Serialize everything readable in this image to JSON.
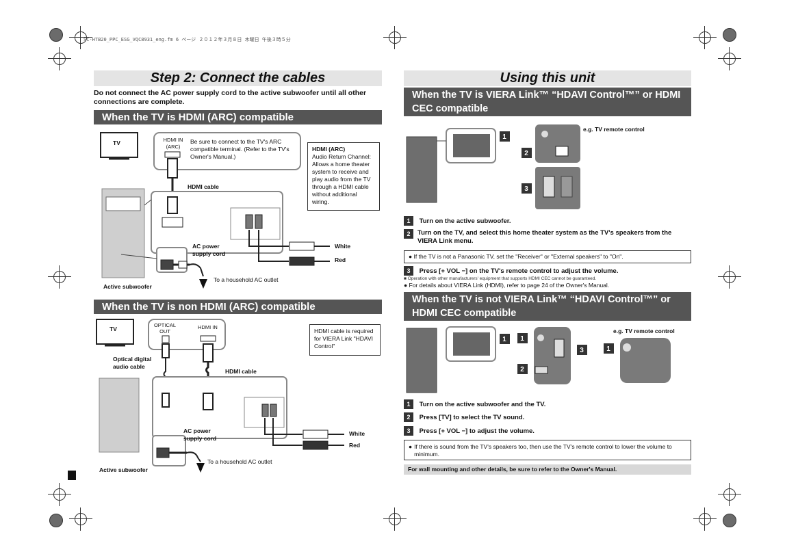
{
  "header": {
    "file_line": "SC-HTB20_PPC_ESG_VQC8931_eng.fm  6 ページ  ２０１２年３月８日  木曜日  午後３時５分"
  },
  "left": {
    "title": "Step 2: Connect the cables",
    "warning": "Do not connect the AC power supply cord to the active subwoofer until all other connections are complete.",
    "section1": {
      "heading": "When the TV is HDMI (ARC) compatible",
      "tv_label": "TV",
      "hdmi_in_label": "HDMI IN (ARC)",
      "tv_note": "Be sure to connect to the TV's ARC compatible terminal. (Refer to the TV's Owner's Manual.)",
      "arc_box_title": "HDMI (ARC)",
      "arc_box_text": "Audio Return Channel: Allows a home theater system to receive and play audio from the TV through a HDMI cable without additional wiring.",
      "hdmi_cable_label": "HDMI cable",
      "ac_cord_label": "AC power supply cord",
      "white_label": "White",
      "red_label": "Red",
      "outlet_label": "To a household AC outlet",
      "subwoofer_label": "Active subwoofer"
    },
    "section2": {
      "heading": "When the TV is non HDMI (ARC) compatible",
      "tv_label": "TV",
      "optical_out_label": "OPTICAL OUT",
      "hdmi_in_label": "HDMI IN",
      "note": "HDMI cable is required for VIERA Link \"HDAVI Control\"",
      "optical_cable_label": "Optical digital audio cable",
      "hdmi_cable_label": "HDMI cable",
      "ac_cord_label": "AC power supply cord",
      "white_label": "White",
      "red_label": "Red",
      "outlet_label": "To a household AC outlet",
      "subwoofer_label": "Active subwoofer"
    }
  },
  "right": {
    "title": "Using this unit",
    "section1": {
      "heading": "When the TV is VIERA Link™ “HDAVI Control™” or HDMI CEC compatible",
      "remote_label": "e.g. TV remote control",
      "steps": [
        {
          "num": "1",
          "text": "Turn on the active subwoofer."
        },
        {
          "num": "2",
          "text": "Turn on the TV, and select this home theater system as the TV's speakers from the VIERA Link menu."
        },
        {
          "num": "3",
          "text": "Press [+ VOL −] on the TV's remote control to adjust the volume."
        }
      ],
      "tip": "If the TV is not a Panasonic TV, set the \"Receiver\" or \"External speakers\" to \"On\".",
      "fine_print": "Operation with other manufacturers' equipment that supports HDMI CEC cannot be guaranteed.",
      "details": "For details about VIERA Link (HDMI), refer to page 24 of the Owner's Manual."
    },
    "section2": {
      "heading": "When the TV is not VIERA Link™ “HDAVI Control™” or HDMI CEC compatible",
      "remote_label": "e.g. TV remote control",
      "steps": [
        {
          "num": "1",
          "text": "Turn on the active subwoofer and the TV."
        },
        {
          "num": "2",
          "text": "Press [TV] to select the TV sound."
        },
        {
          "num": "3",
          "text": "Press [+ VOL −] to adjust the volume."
        }
      ],
      "tip": "If there is sound from the TV's speakers too, then use the TV's remote control to lower the volume to minimum."
    },
    "footer_note": "For wall mounting and other details, be sure to refer to the Owner's Manual."
  },
  "colors": {
    "section_bar": "#555555",
    "title_bar": "#e4e4e4",
    "footer_bar": "#d8d8d8"
  }
}
